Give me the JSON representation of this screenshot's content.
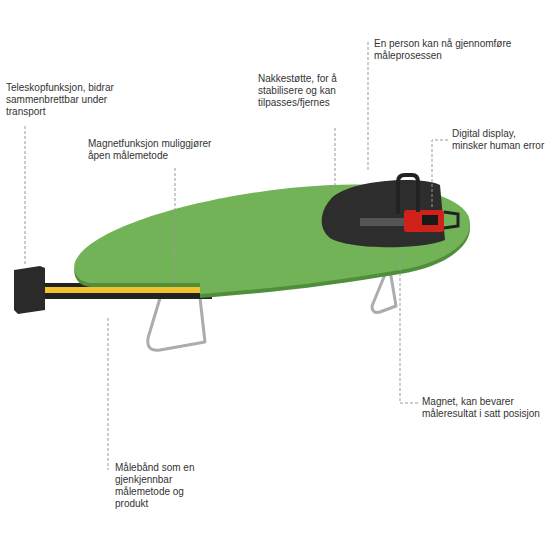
{
  "diagram": {
    "labels": [
      "En person kan nå gjennomføre måleprosessen",
      "Nakkestøtte, for å stabilisere og kan tilpasses/fjernes",
      "Teleskopfunksjon, bidrar sammenbrettbar under transport",
      "Digital display, minsker human error",
      "Magnetfunksjon muliggjører åpen målemetode",
      "Magnet, kan bevarer måleresultat i satt posisjon",
      "Målebånd som en gjenkjennbar målemetode og produkt"
    ]
  }
}
